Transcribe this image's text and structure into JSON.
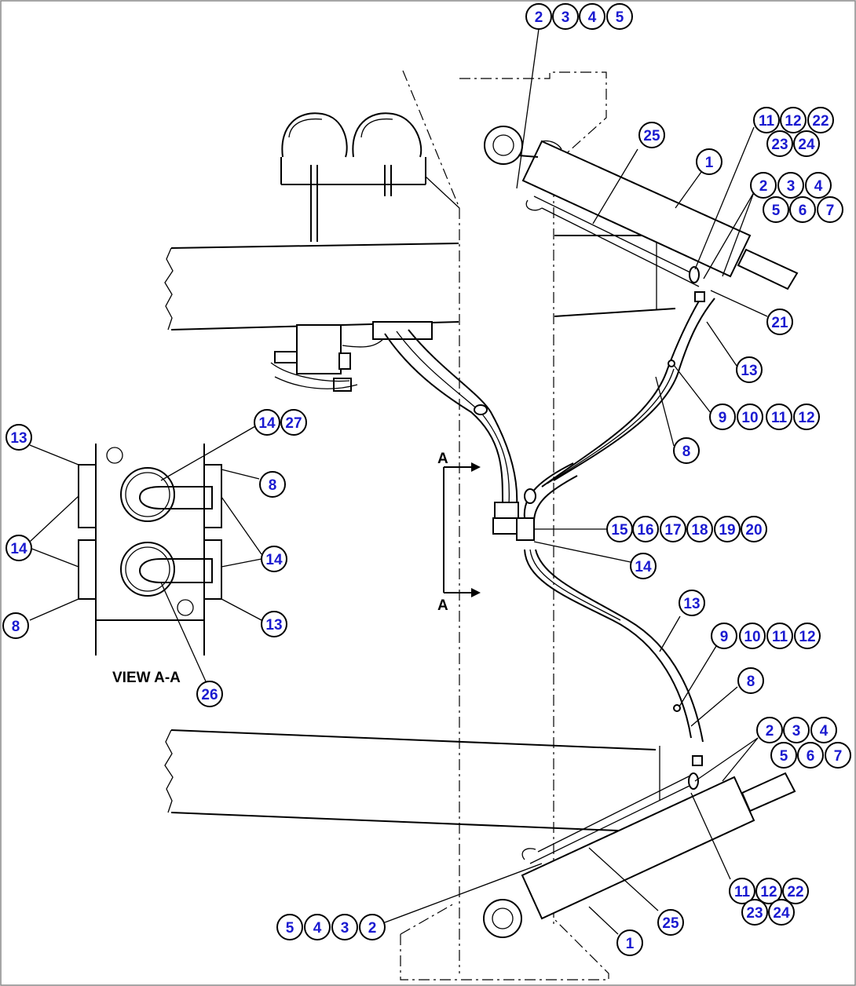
{
  "view_label": "VIEW A-A",
  "section_marker": "A",
  "callouts": [
    "1",
    "2",
    "3",
    "4",
    "5",
    "6",
    "7",
    "8",
    "9",
    "10",
    "11",
    "12",
    "13",
    "14",
    "15",
    "16",
    "17",
    "18",
    "19",
    "20",
    "21",
    "22",
    "23",
    "24",
    "25",
    "26",
    "27"
  ]
}
